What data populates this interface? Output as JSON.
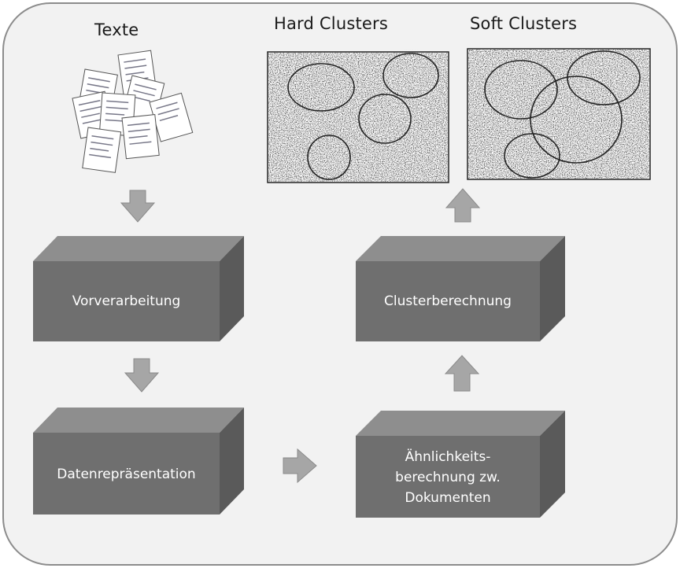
{
  "diagram": {
    "labels": {
      "texte": "Texte",
      "hard_clusters": "Hard Clusters",
      "soft_clusters": "Soft Clusters"
    },
    "boxes": {
      "vorverarbeitung": "Vorverarbeitung",
      "datenrepraesentation": "Datenrepräsentation",
      "clusterberechnung": "Clusterberechnung",
      "aehnlichkeit_line1": "Ähnlichkeits-",
      "aehnlichkeit_line2": "berechnung zw.",
      "aehnlichkeit_line3": "Dokumenten"
    },
    "colors": {
      "panel": "#f2f2f2",
      "panel_border": "#8c8c8c",
      "box_front": "#6f6f6f",
      "box_top": "#8e8e8e",
      "box_side": "#5a5a5a",
      "arrow": "#a6a6a6",
      "ink": "#1a1a1a"
    }
  }
}
